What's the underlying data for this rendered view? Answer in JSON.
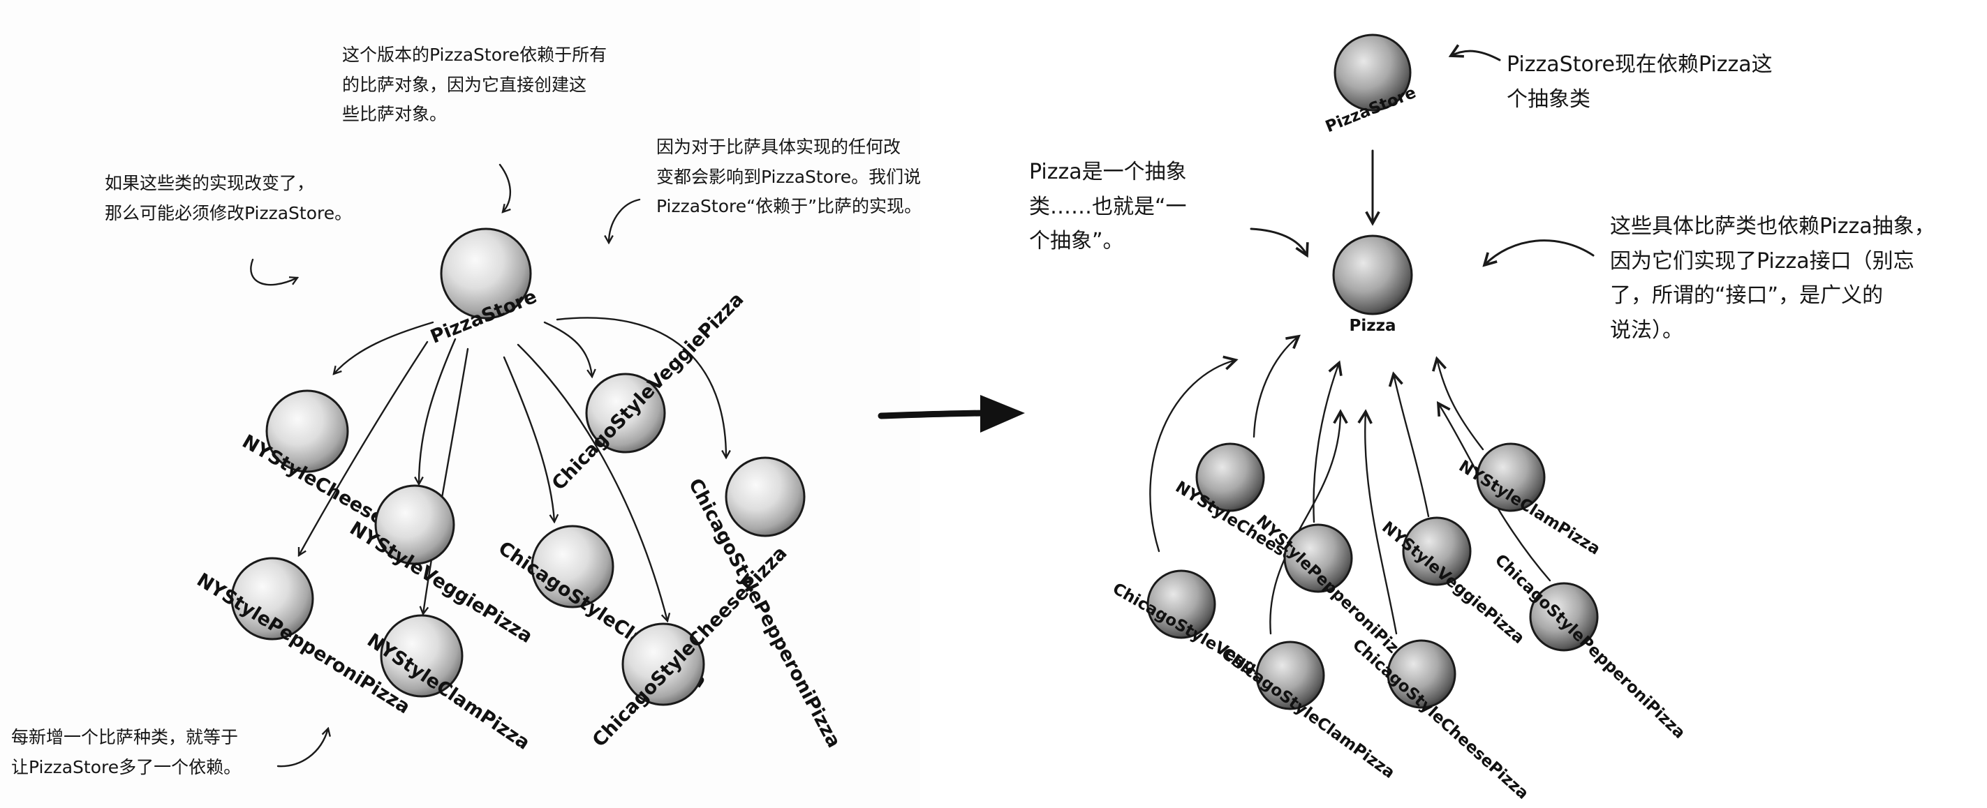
{
  "left": {
    "notes": {
      "depends_on_all": "这个版本的PizzaStore依赖于所有\n的比萨对象，因为它直接创建这\n些比萨对象。",
      "impl_change": "如果这些类的实现改变了，\n那么可能必须修改PizzaStore。",
      "depends_because": "因为对于比萨具体实现的任何改\n变都会影响到PizzaStore。我们说\nPizzaStore“依赖于”比萨的实现。",
      "each_new_type": "每新增一个比萨种类，就等于\n让PizzaStore多了一个依赖。"
    },
    "nodes": [
      {
        "id": "store",
        "label": "PizzaStore"
      },
      {
        "id": "nycheese",
        "label": "NYStyleCheesePizza"
      },
      {
        "id": "nyveggie",
        "label": "NYStyleVeggiePizza"
      },
      {
        "id": "chveggie",
        "label": "ChicagoStyleVeggiePizza"
      },
      {
        "id": "chpep",
        "label": "ChicagoStylePepperoniPizza"
      },
      {
        "id": "nypep",
        "label": "NYStylePepperoniPizza"
      },
      {
        "id": "chclam",
        "label": "ChicagoStyleClamPizza"
      },
      {
        "id": "nyclam",
        "label": "NYStyleClamPizza"
      },
      {
        "id": "chcheese",
        "label": "ChicagoStyleCheesePizza"
      }
    ]
  },
  "right": {
    "notes": {
      "store_depends": "PizzaStore现在依赖Pizza这\n个抽象类",
      "pizza_abstract": "Pizza是一个抽象\n类……也就是“一\n个抽象”。",
      "concrete_depend": "这些具体比萨类也依赖Pizza抽象，\n因为它们实现了Pizza接口（别忘\n了，所谓的“接口”，是广义的\n说法）。"
    },
    "nodes": [
      {
        "id": "store",
        "label": "PizzaStore"
      },
      {
        "id": "pizza",
        "label": "Pizza"
      },
      {
        "id": "nycheese",
        "label": "NYStyleCheesePizza"
      },
      {
        "id": "nyclam",
        "label": "NYStyleClamPizza"
      },
      {
        "id": "nypep",
        "label": "NYStylePepperoniPizza"
      },
      {
        "id": "nyveggie",
        "label": "NYStyleVeggiePizza"
      },
      {
        "id": "chveggie",
        "label": "ChicagoStyleVeggiePizza"
      },
      {
        "id": "chpep",
        "label": "ChicagoStylePepperoniPizza"
      },
      {
        "id": "chclam",
        "label": "ChicagoStyleClamPizza"
      },
      {
        "id": "chcheese",
        "label": "ChicagoStyleCheesePizza"
      }
    ]
  },
  "colors": {
    "ink": "#1a1a1a",
    "ball_light": "#f6f6f6",
    "ball_dark": "#3a3a3a"
  }
}
